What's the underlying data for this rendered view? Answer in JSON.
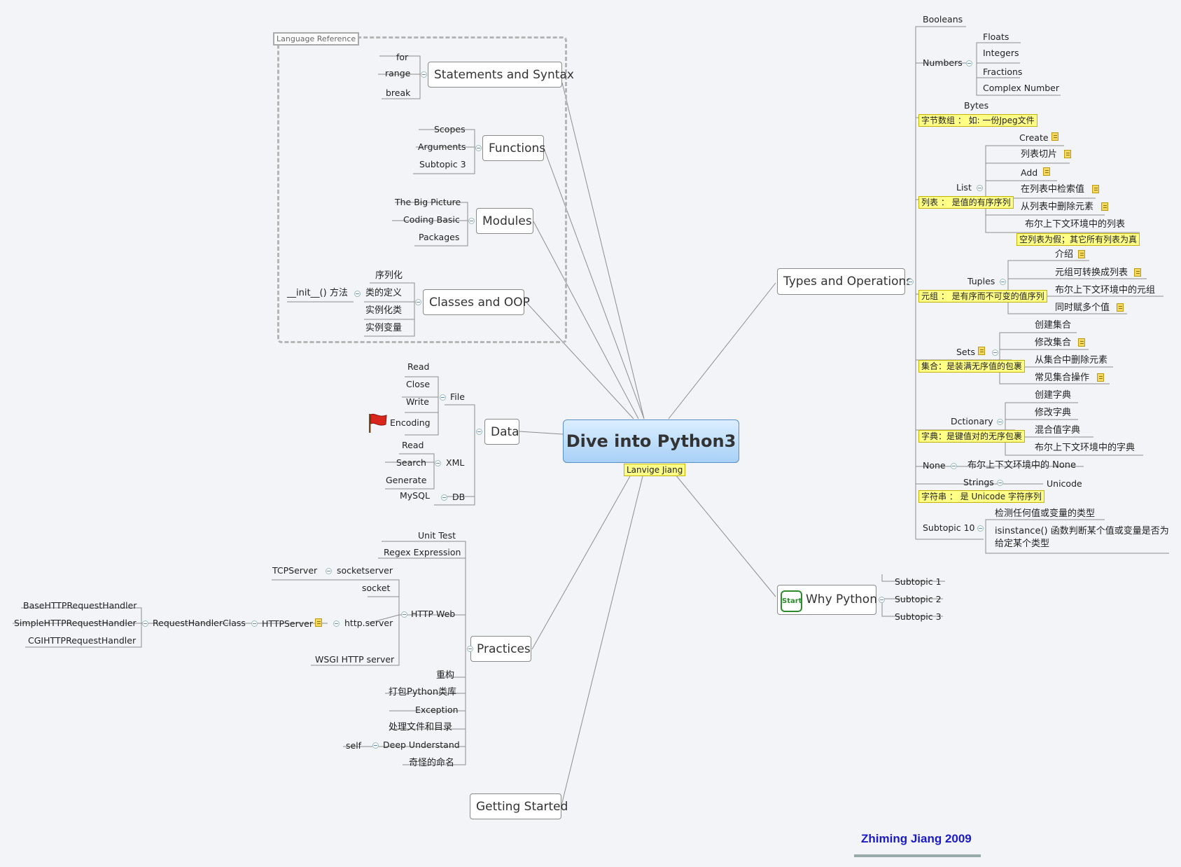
{
  "central": {
    "title": "Dive into Python3",
    "author_note": "Lanvige Jiang"
  },
  "language_reference": {
    "label": "Language Reference",
    "statements": {
      "label": "Statements and Syntax",
      "children": [
        "for",
        "range",
        "break"
      ]
    },
    "functions": {
      "label": "Functions",
      "children": [
        "Scopes",
        "Arguments",
        "Subtopic 3"
      ]
    },
    "modules": {
      "label": "Modules",
      "children": [
        "The Big Picture",
        "Coding Basic",
        "Packages"
      ]
    },
    "classes": {
      "label": "Classes and OOP",
      "children": [
        "序列化",
        "类的定义",
        "实例化类",
        "实例变量"
      ],
      "init_method": "__init__() 方法"
    }
  },
  "data": {
    "label": "Data",
    "file": {
      "label": "File",
      "children": [
        "Read",
        "Close",
        "Write",
        "Encoding"
      ]
    },
    "xml": {
      "label": "XML",
      "children": [
        "Read",
        "Search",
        "Generate"
      ]
    },
    "db": {
      "label": "DB",
      "children": [
        "MySQL"
      ]
    }
  },
  "practices": {
    "label": "Practices",
    "unit_test": "Unit Test",
    "regex": "Regex Expression",
    "http_web": {
      "label": "HTTP Web",
      "socketserver": "socketserver",
      "tcpserver": "TCPServer",
      "socket": "socket",
      "http_server": "http.server",
      "httpserver": "HTTPServer",
      "handler_class": "RequestHandlerClass",
      "handlers": [
        "BaseHTTPRequestHandler",
        "SimpleHTTPRequestHandler",
        "CGIHTTPRequestHandler"
      ],
      "wsgi": "WSGI HTTP server"
    },
    "others": [
      "重构",
      "打包Python类库",
      "Exception",
      "处理文件和目录"
    ],
    "deep": {
      "label": "Deep Understand",
      "child": "self"
    },
    "naming": "奇怪的命名"
  },
  "getting_started": {
    "label": "Getting Started"
  },
  "why_python": {
    "label": "Why Python",
    "icon_text": "Start",
    "children": [
      "Subtopic 1",
      "Subtopic 2",
      "Subtopic 3"
    ]
  },
  "types": {
    "label": "Types and Operations",
    "booleans": "Booleans",
    "numbers": {
      "label": "Numbers",
      "children": [
        "Floats",
        "Integers",
        "Fractions",
        "Complex Number"
      ]
    },
    "bytes": {
      "label": "Bytes",
      "note": "字节数组 ：  如: 一份Jpeg文件"
    },
    "list": {
      "label": "List",
      "note": "列表 ：  是值的有序序列",
      "children": [
        "Create",
        "列表切片",
        "Add",
        "在列表中检索值",
        "从列表中删除元素",
        "布尔上下文环境中的列表"
      ],
      "bool_note": "空列表为假；其它所有列表为真"
    },
    "tuples": {
      "label": "Tuples",
      "note": "元组 ：  是有序而不可变的值序列",
      "children": [
        "介绍",
        "元组可转换成列表",
        "布尔上下文环境中的元组",
        "同时赋多个值"
      ]
    },
    "sets": {
      "label": "Sets",
      "note": "集合：是装满无序值的包裹",
      "children": [
        "创建集合",
        "修改集合",
        "从集合中删除元素",
        "常见集合操作"
      ]
    },
    "dict": {
      "label": "Dctionary",
      "note": "字典：是键值对的无序包裹",
      "children": [
        "创建字典",
        "修改字典",
        "混合值字典",
        "布尔上下文环境中的字典"
      ]
    },
    "none": {
      "label": "None",
      "child": "布尔上下文环境中的 None"
    },
    "strings": {
      "label": "Strings",
      "note": "字符串 ：  是 Unicode 字符序列",
      "child": "Unicode"
    },
    "subtopic10": {
      "label": "Subtopic 10",
      "children": [
        "检测任何值或变量的类型",
        "isinstance() 函数判断某个值或变量是否为",
        "给定某个类型"
      ]
    }
  },
  "signature": "Zhiming Jiang 2009",
  "colors": {
    "note_bg": "#ffff88",
    "central_top": "#dbeeff",
    "central_bottom": "#a8d0f6",
    "signature": "#1a1ac8"
  }
}
